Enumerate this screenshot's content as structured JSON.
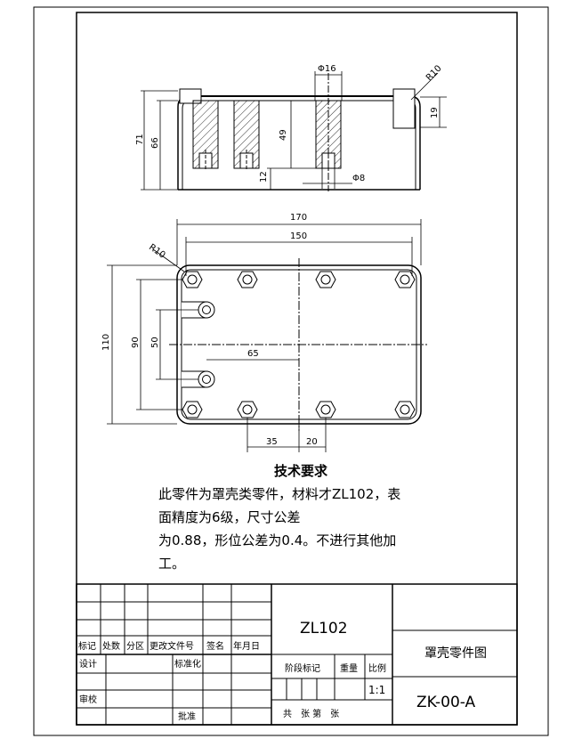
{
  "dimensions": {
    "d_phi16": "Φ16",
    "d_r10_top": "R10",
    "d_19": "19",
    "d_71": "71",
    "d_66": "66",
    "d_49": "49",
    "d_12": "12",
    "d_phi8": "Φ8",
    "d_170": "170",
    "d_150": "150",
    "d_r10_plan": "R10",
    "d_110": "110",
    "d_90": "90",
    "d_50": "50",
    "d_65": "65",
    "d_35": "35",
    "d_20": "20"
  },
  "requirements": {
    "title": "技术要求",
    "line1": "此零件为罩壳类零件，材料才ZL102，表",
    "line2": "面精度为6级，尺寸公差",
    "line3": "为0.88，形位公差为0.4。不进行其他加",
    "line4": "工。"
  },
  "title_block": {
    "material": "ZL102",
    "part_name": "罩壳零件图",
    "drawing_no": "ZK-00-A",
    "mark": "标记",
    "count": "处数",
    "zone": "分区",
    "change_doc": "更改文件号",
    "sign": "签名",
    "date": "年月日",
    "design": "设计",
    "standardize": "标准化",
    "stage_mark": "阶段标记",
    "weight": "重量",
    "scale": "比例",
    "scale_value": "1:1",
    "check": "审校",
    "approve": "批准",
    "sheets": "共　张 第　张"
  }
}
